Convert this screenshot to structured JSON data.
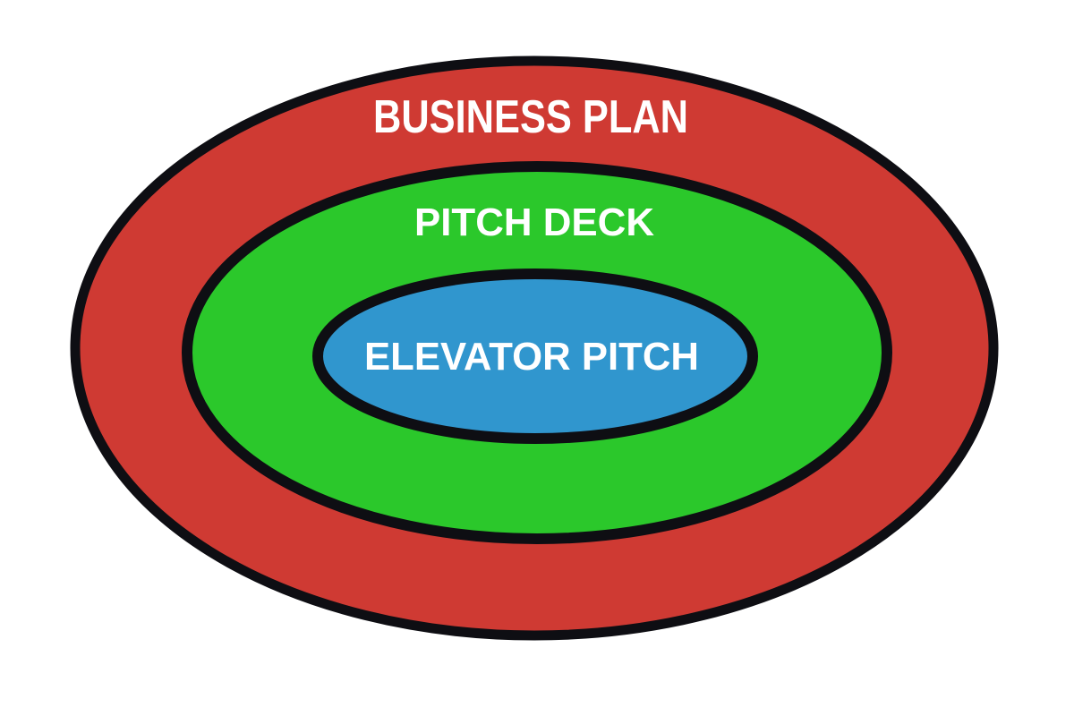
{
  "diagram": {
    "description": "Nested ellipse diagram showing pitch document scope: Business Plan contains Pitch Deck which contains Elevator Pitch",
    "background": "#ffffff",
    "outline_color": "#0e0e13",
    "label_color": "#ffffff",
    "rings": [
      {
        "label": "BUSINESS PLAN",
        "fill": "#cf3a33"
      },
      {
        "label": "PITCH DECK",
        "fill": "#2bc82b"
      },
      {
        "label": "ELEVATOR PITCH",
        "fill": "#3096ce"
      }
    ]
  }
}
